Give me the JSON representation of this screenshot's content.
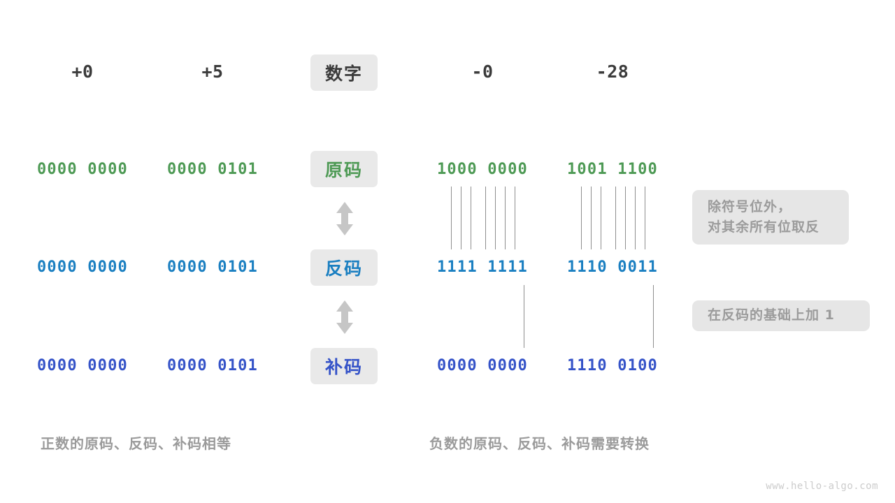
{
  "meta": {
    "watermark": "www.hello-algo.com"
  },
  "columns": {
    "headers": [
      "+0",
      "+5",
      "-0",
      "-28"
    ],
    "center_label": "数字"
  },
  "rows": [
    {
      "label": "原码",
      "color": "#4e9a55",
      "cells": [
        "0000 0000",
        "0000 0101",
        "1000 0000",
        "1001 1100"
      ]
    },
    {
      "label": "反码",
      "color": "#1a7fc1",
      "cells": [
        "0000 0000",
        "0000 0101",
        "1111 1111",
        "1110 0011"
      ]
    },
    {
      "label": "补码",
      "color": "#3553c8",
      "cells": [
        "0000 0000",
        "0000 0101",
        "0000 0000",
        "1110 0100"
      ]
    }
  ],
  "notes": [
    {
      "line1": "除符号位外，",
      "line2": "对其余所有位取反"
    },
    {
      "line1": "在反码的基础上加 1",
      "line2": ""
    }
  ],
  "captions": {
    "left": "正数的原码、反码、补码相等",
    "right": "负数的原码、反码、补码需要转换"
  },
  "arrows": {
    "top_label": "双向箭头",
    "bottom_label": "双向箭头"
  }
}
